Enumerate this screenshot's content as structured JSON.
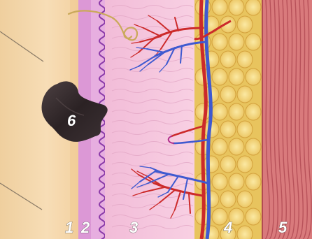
{
  "diagram": {
    "labels": {
      "l1": "1",
      "l2": "2",
      "l3": "3",
      "l4": "4",
      "l5": "5",
      "l6": "6"
    },
    "colors": {
      "label_text": "#ffffff",
      "label_6_text": "#ffffff",
      "label_outline": "#222222",
      "epidermis": "#f5d9b0",
      "basal_layer": "#d98fd2",
      "dermis": "#f6c6dd",
      "fat": "#f0d070",
      "muscle": "#d9787a",
      "artery": "#cc2a2a",
      "vein": "#3f5ad0",
      "nerve": "#d2b46a",
      "mole": "#3a3032"
    }
  }
}
